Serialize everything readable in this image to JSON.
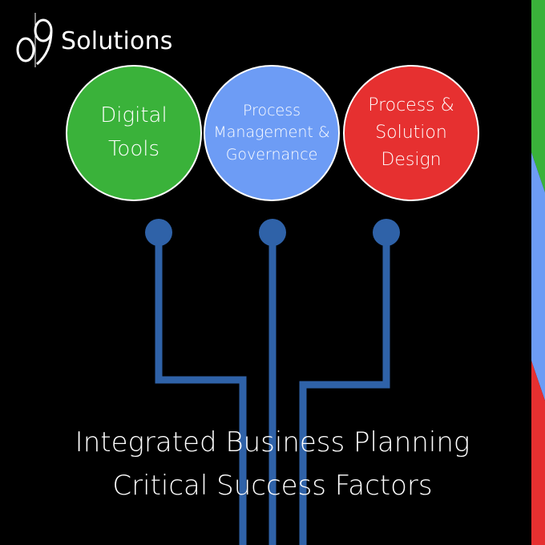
{
  "logo": {
    "brand_name": "Solutions",
    "mark_text": "o9"
  },
  "nodes": [
    {
      "label": "Digital Tools",
      "color": "#3ab23a"
    },
    {
      "label": "Process Management & Governance",
      "color": "#6d9cf5"
    },
    {
      "label": "Process & Solution Design",
      "color": "#e63030"
    }
  ],
  "title_lines": [
    "Integrated Business Planning",
    "Critical Success Factors"
  ],
  "colors": {
    "background": "#000000",
    "connector": "#2f62a8",
    "text": "#ffffff",
    "bar_green": "#3ab23a",
    "bar_blue": "#6d9cf5",
    "bar_red": "#e63030"
  }
}
